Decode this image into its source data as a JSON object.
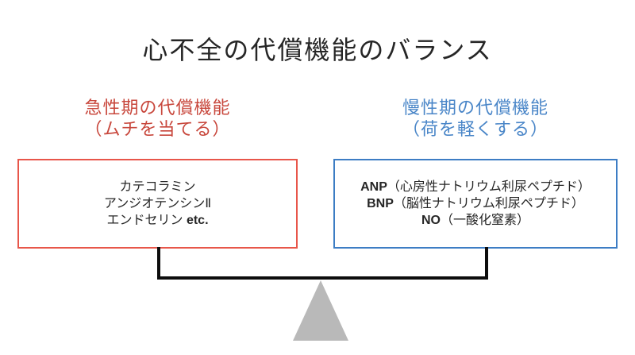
{
  "title": "心不全の代償機能のバランス",
  "colors": {
    "ink": "#262626",
    "red_heading": "#c8473c",
    "red_border": "#e8564a",
    "blue_heading": "#4a86c8",
    "blue_border": "#3d7dc4",
    "beam": "#0d0d0d",
    "triangle": "#b9b9b9"
  },
  "acute": {
    "heading_line1": "急性期の代償機能",
    "heading_line2": "（ムチを当てる）",
    "items": [
      [
        {
          "t": "カテコラミン",
          "b": false
        }
      ],
      [
        {
          "t": "アンジオテンシンⅡ",
          "b": false
        }
      ],
      [
        {
          "t": "エンドセリン ",
          "b": false
        },
        {
          "t": "etc.",
          "b": true
        }
      ]
    ]
  },
  "chronic": {
    "heading_line1": "慢性期の代償機能",
    "heading_line2": "（荷を軽くする）",
    "items": [
      [
        {
          "t": "ANP",
          "b": true
        },
        {
          "t": "（心房性ナトリウム利尿ペプチド）",
          "b": false
        }
      ],
      [
        {
          "t": "BNP",
          "b": true
        },
        {
          "t": "（脳性ナトリウム利尿ペプチド）",
          "b": false
        }
      ],
      [
        {
          "t": "NO",
          "b": true
        },
        {
          "t": "（一酸化窒素）",
          "b": false
        }
      ]
    ]
  }
}
